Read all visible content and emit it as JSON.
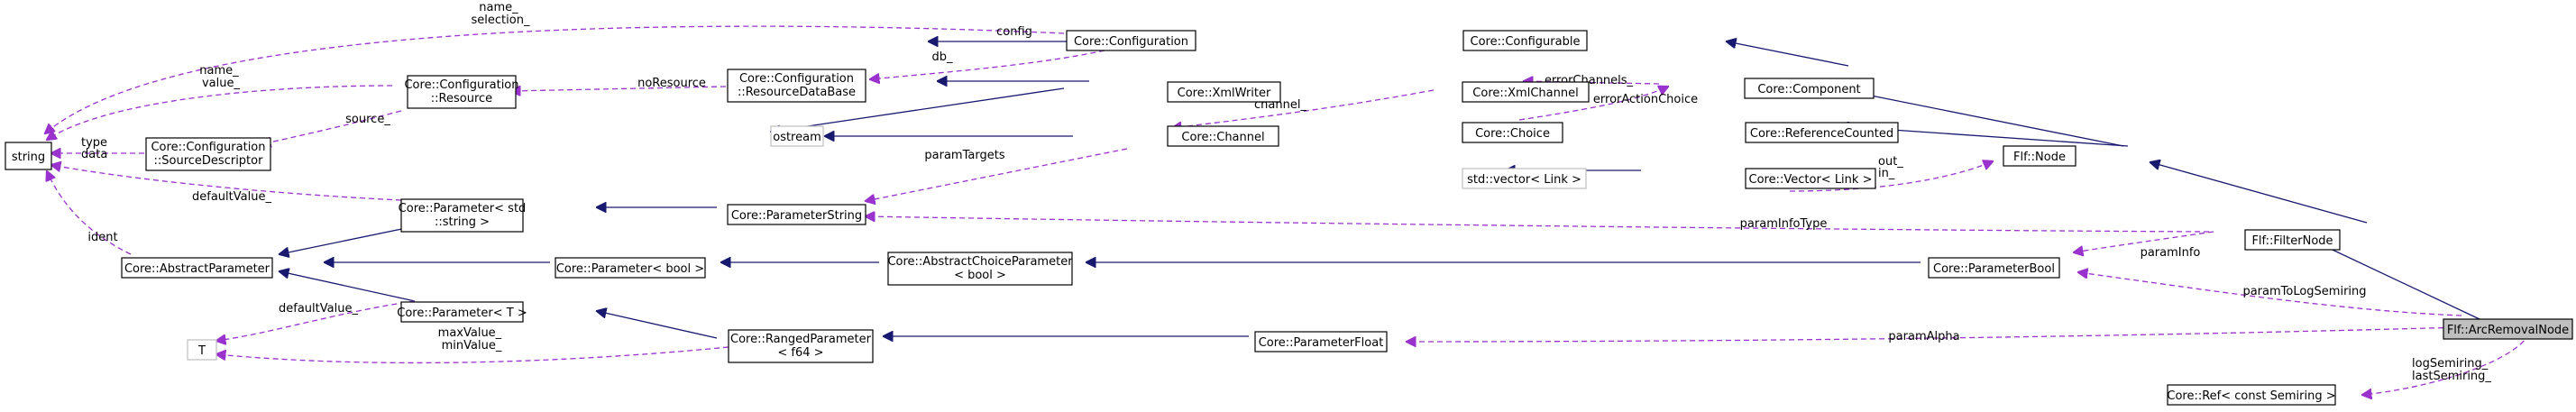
{
  "colors": {
    "inheritance_edge": "#191970",
    "usage_edge": "#9a32cd",
    "node_border": "#000000",
    "external_node_border": "#bfbfbf",
    "focus_node_fill": "#bfbfbf"
  },
  "nodes": {
    "string": [
      "string"
    ],
    "core_configuration": [
      "Core::Configuration"
    ],
    "core_configurable": [
      "Core::Configurable"
    ],
    "core_configuration_resourcedatabase": [
      "Core::Configuration",
      "::ResourceDataBase"
    ],
    "core_xmlwriter": [
      "Core::XmlWriter"
    ],
    "core_xmlchannel": [
      "Core::XmlChannel"
    ],
    "core_component": [
      "Core::Component"
    ],
    "core_configuration_resource": [
      "Core::Configuration",
      "::Resource"
    ],
    "core_configuration_sourcedescriptor": [
      "Core::Configuration",
      "::SourceDescriptor"
    ],
    "ostream": [
      "ostream"
    ],
    "core_channel": [
      "Core::Channel"
    ],
    "core_choice": [
      "Core::Choice"
    ],
    "core_referencecounted": [
      "Core::ReferenceCounted"
    ],
    "std_vector_link": [
      "std::vector< Link >"
    ],
    "core_vector_link": [
      "Core::Vector< Link >"
    ],
    "flf_node": [
      "Flf::Node"
    ],
    "core_parameter_std_string": [
      "Core::Parameter< std",
      "::string >"
    ],
    "core_parameterstring": [
      "Core::ParameterString"
    ],
    "flf_filternode": [
      "Flf::FilterNode"
    ],
    "core_abstractparameter": [
      "Core::AbstractParameter"
    ],
    "core_parameter_bool": [
      "Core::Parameter< bool >"
    ],
    "core_abstractchoiceparameter_bool": [
      "Core::AbstractChoiceParameter",
      "< bool >"
    ],
    "core_parameterbool": [
      "Core::ParameterBool"
    ],
    "flf_arcremovalnode": [
      "Flf::ArcRemovalNode"
    ],
    "core_parameter_t": [
      "Core::Parameter< T >"
    ],
    "t": [
      "T"
    ],
    "core_rangedparameter_f64": [
      "Core::RangedParameter",
      "< f64 >"
    ],
    "core_parameterfloat": [
      "Core::ParameterFloat"
    ],
    "core_ref_const_semiring": [
      "Core::Ref< const Semiring >"
    ]
  },
  "edge_labels": {
    "name_selection": [
      "name_",
      "selection_"
    ],
    "config": [
      "config"
    ],
    "db": [
      "db_"
    ],
    "name_value": [
      "name_",
      "value_"
    ],
    "noresource": [
      "noResource"
    ],
    "errorchannels": [
      "errorChannels_"
    ],
    "erroractionchoice": [
      "errorActionChoice"
    ],
    "source": [
      "source_"
    ],
    "channel": [
      "channel_"
    ],
    "type_data": [
      "type",
      "data"
    ],
    "paramtargets": [
      "paramTargets"
    ],
    "out_in": [
      "out_",
      "in_"
    ],
    "defaultvalue_str": [
      "defaultValue_"
    ],
    "paraminfotype": [
      "paramInfoType"
    ],
    "ident": [
      "ident"
    ],
    "paraminfo": [
      "paramInfo"
    ],
    "paramtologsemiring": [
      "paramToLogSemiring"
    ],
    "defaultvalue_t": [
      "defaultValue_"
    ],
    "maxvalue_minvalue": [
      "maxValue_",
      "minValue_"
    ],
    "paramalpha": [
      "paramAlpha"
    ],
    "logsemiring_lastsemiring": [
      "logSemiring_",
      "lastSemiring_"
    ]
  }
}
